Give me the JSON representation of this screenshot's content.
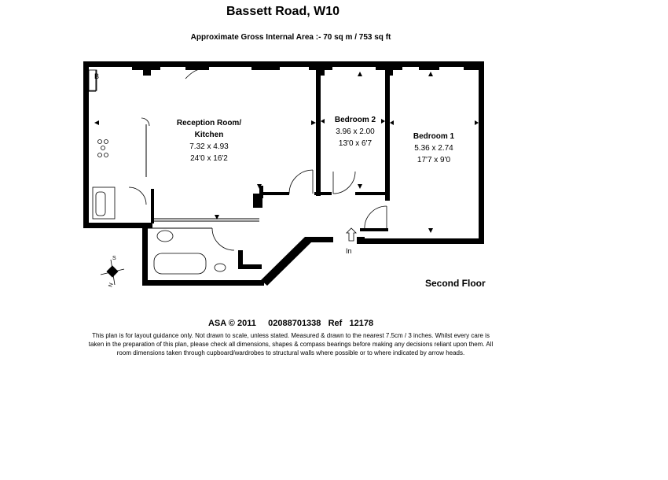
{
  "header": {
    "title": "Bassett Road, W10",
    "subtitle": "Approximate Gross Internal Area :- 70 sq m / 753 sq ft"
  },
  "rooms": [
    {
      "name_line1": "Reception Room/",
      "name_line2": "Kitchen",
      "metric": "7.32 x 4.93",
      "imperial": "24'0 x 16'2"
    },
    {
      "name_line1": "Bedroom 2",
      "name_line2": "",
      "metric": "3.96 x 2.00",
      "imperial": "13'0 x 6'7"
    },
    {
      "name_line1": "Bedroom 1",
      "name_line2": "",
      "metric": "5.36 x 2.74",
      "imperial": "17'7 x 9'0"
    }
  ],
  "labels": {
    "entrance": "In",
    "boiler": "B",
    "floor": "Second Floor"
  },
  "footer": {
    "reference": "ASA © 2011     02088701338   Ref   12178",
    "disclaimer": "This plan is for layout guidance only. Not drawn to scale, unless stated. Measured & drawn to the nearest 7.5cm / 3 inches. Whilst every care is taken in the preparation of this plan, please check all dimensions, shapes & compass bearings before making any decisions reliant upon them. All room dimensions taken through cupboard/wardrobes to structural walls where possible or to where indicated by arrow heads."
  },
  "compass": {
    "north": "N",
    "south": "S"
  },
  "colors": {
    "wall": "#000000",
    "background": "#ffffff"
  }
}
